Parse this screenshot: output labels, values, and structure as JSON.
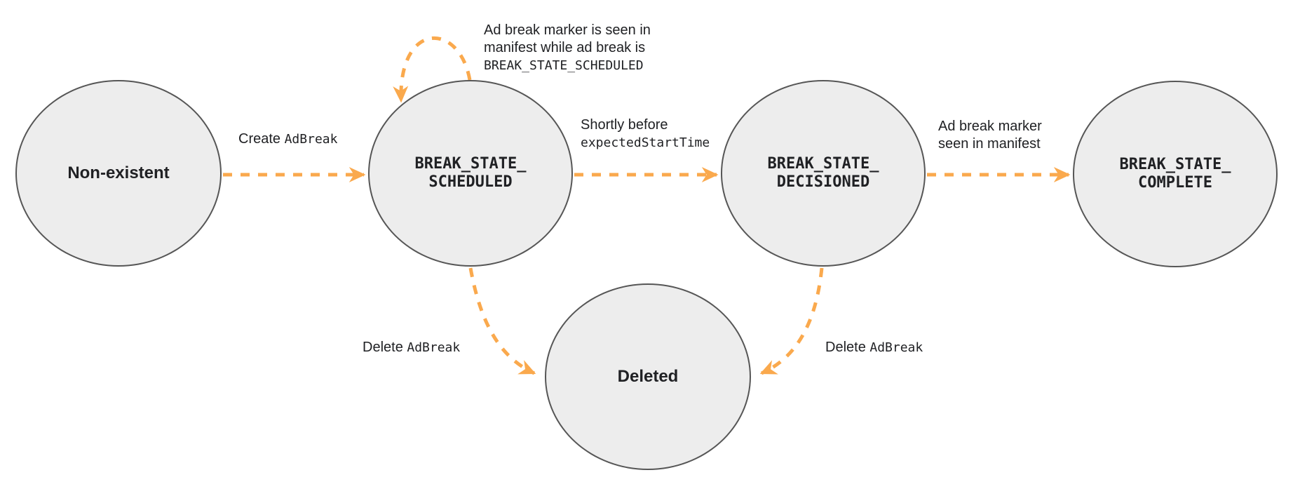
{
  "colors": {
    "arrow": "#FAA94D",
    "circle_fill": "#EDEDED",
    "circle_stroke": "#565656",
    "text": "#202124"
  },
  "states": {
    "non_existent": {
      "label": "Non-existent"
    },
    "scheduled": {
      "line1": "BREAK_STATE_",
      "line2": "SCHEDULED"
    },
    "decisioned": {
      "line1": "BREAK_STATE_",
      "line2": "DECISIONED"
    },
    "complete": {
      "line1": "BREAK_STATE_",
      "line2": "COMPLETE"
    },
    "deleted": {
      "label": "Deleted"
    }
  },
  "transitions": {
    "create_adbreak": {
      "action": "Create",
      "code": "AdBreak"
    },
    "self_loop": {
      "line1": "Ad break marker is seen in",
      "line2": "manifest while ad break is",
      "code": "BREAK_STATE_SCHEDULED"
    },
    "to_decisioned": {
      "line1": "Shortly before",
      "code": "expectedStartTime"
    },
    "to_complete": {
      "line1": "Ad break marker",
      "line2": "seen in manifest"
    },
    "delete_from_scheduled": {
      "action": "Delete",
      "code": "AdBreak"
    },
    "delete_from_decisioned": {
      "action": "Delete",
      "code": "AdBreak"
    }
  }
}
